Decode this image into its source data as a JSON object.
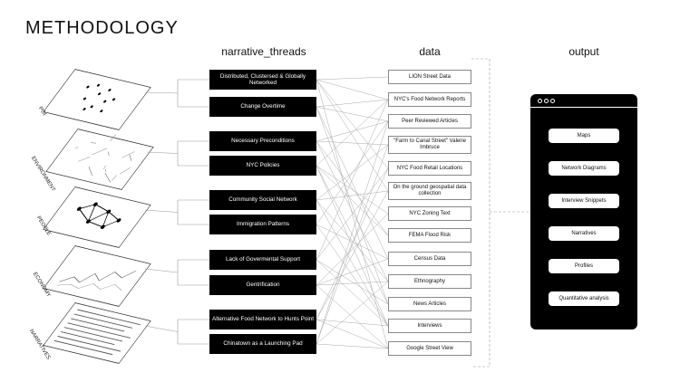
{
  "title": "METHODOLOGY",
  "columns": {
    "threads": "narrative_threads",
    "data": "data",
    "output": "output"
  },
  "categories": [
    "POI",
    "ENVIRONMENT",
    "PEOPLE",
    "ECONOMY",
    "NARRATIVES"
  ],
  "threads": [
    "Distributed, Clustersed & Globally Networked",
    "Change Overtime",
    "Necessary Preconditions",
    "NYC Policies",
    "Community Social Network",
    "Immigration Patterns",
    "Lack of Govermental Support",
    "Gentrification",
    "Alternative Food Network to Hunts Point",
    "Chinatown as a Launching Pad"
  ],
  "data_sources": [
    "LION Street Data",
    "NYC's Food Network Reports",
    "Peer Reviewed Articles",
    "\"Farm to Canal Street\" Valerie Imbruce",
    "NYC Food Retail Locations",
    "On the ground geospatial data collection",
    "NYC Zoning Text",
    "FEMA Flood Risk",
    "Census Data",
    "Ethnography",
    "News Articles",
    "Interviews",
    "Google Street View"
  ],
  "outputs": [
    "Maps",
    "Network Diagrams",
    "Interview Snippets",
    "Narratives",
    "Profiles",
    "Quantitative analysis"
  ]
}
